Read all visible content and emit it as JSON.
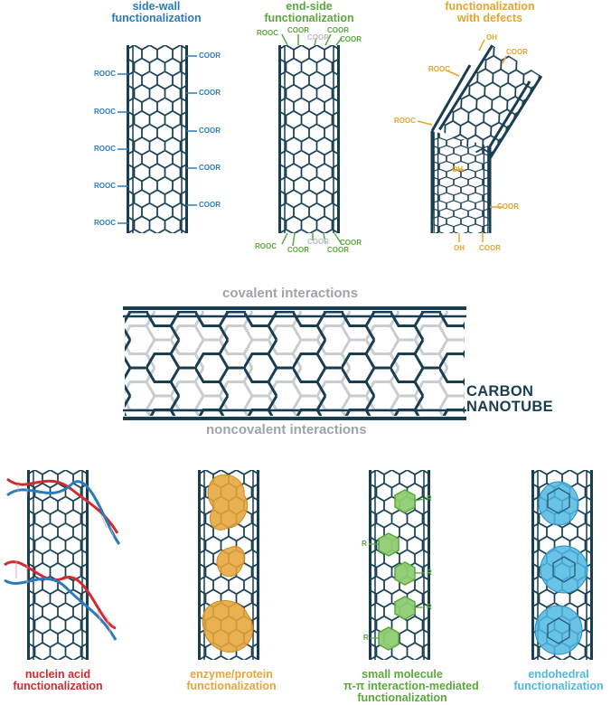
{
  "colors": {
    "tube": "#173e52",
    "tube_back": "#c9cdd1",
    "sidewall": "#2a7bbd",
    "endside": "#5aa83c",
    "defects": "#e8a32c",
    "nucleic": "#d12b2f",
    "enzyme": "#e7a63a",
    "small": "#5aa83c",
    "endohedral": "#4fb9e3",
    "group_label": "#a0a3a6",
    "label_dark": "#173e52"
  },
  "icons": [
    "dna-helix-icon",
    "protein-blob-icon",
    "hexagon-ring-icon",
    "sphere-icon"
  ],
  "covalent": {
    "group_label": "covalent interactions",
    "sidewall": {
      "title_line1": "side-wall",
      "title_line2": "functionalization",
      "left_groups": [
        "ROOC",
        "ROOC",
        "ROOC",
        "ROOC",
        "ROOC"
      ],
      "right_groups": [
        "COOR",
        "COOR",
        "COOR",
        "COOR",
        "COOR"
      ]
    },
    "endside": {
      "title_line1": "end-side",
      "title_line2": "functionalization",
      "top": {
        "g1": "ROOC",
        "g2": "COOR",
        "g3": "COOR",
        "g4": "COOR",
        "g5": "COOR"
      },
      "bottom": {
        "g1": "ROOC",
        "g2": "COOR",
        "g3": "COOR",
        "g4": "COOR",
        "g5": "COOR"
      }
    },
    "defects": {
      "title_line1": "functionalization",
      "title_line2": "with defects",
      "labels": {
        "oh_top": "OH",
        "cooR_top": "COOR",
        "rooc_a": "ROOC",
        "rooc_b": "ROOC",
        "oh_mid": "OH",
        "coor_mid": "COOR",
        "oh_bottom": "OH",
        "coor_bottom": "COOR"
      }
    }
  },
  "center": {
    "label_line1": "CARBON",
    "label_line2": "NANOTUBE"
  },
  "noncovalent": {
    "group_label": "noncovalent interactions",
    "nucleic": {
      "title_line1": "nuclein acid",
      "title_line2": "functionalization"
    },
    "enzyme": {
      "title_line1": "enzyme/protein",
      "title_line2": "functionalization"
    },
    "small_molecule": {
      "title_line1": "small molecule",
      "title_line2": "π-π interaction-mediated",
      "title_line3": "functionalization",
      "r_labels": [
        "R",
        "R",
        "R",
        "R",
        "R"
      ]
    },
    "endohedral": {
      "title_line1": "endohedral",
      "title_line2": "functionalization"
    }
  }
}
